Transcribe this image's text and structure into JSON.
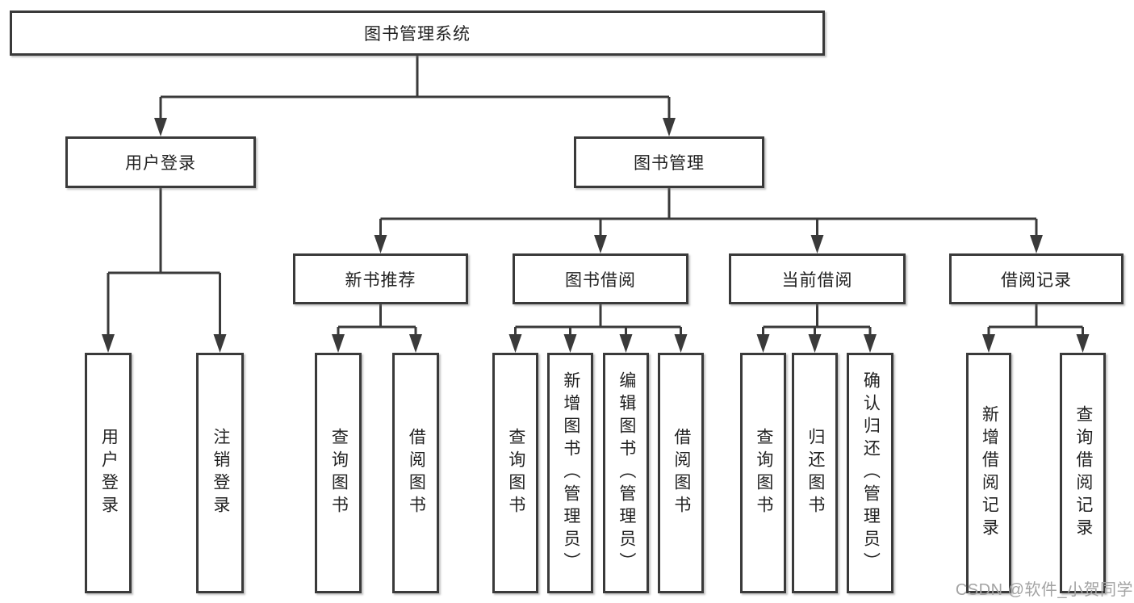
{
  "tree": {
    "label": "图书管理系统",
    "children": [
      {
        "label": "用户登录",
        "children": [
          {
            "label": "用户登录"
          },
          {
            "label": "注销登录"
          }
        ]
      },
      {
        "label": "图书管理",
        "children": [
          {
            "label": "新书推荐",
            "children": [
              {
                "label": "查询图书"
              },
              {
                "label": "借阅图书"
              }
            ]
          },
          {
            "label": "图书借阅",
            "children": [
              {
                "label": "查询图书"
              },
              {
                "label": "新增图书（管理员）"
              },
              {
                "label": "编辑图书（管理员）"
              },
              {
                "label": "借阅图书"
              }
            ]
          },
          {
            "label": "当前借阅",
            "children": [
              {
                "label": "查询图书"
              },
              {
                "label": "归还图书"
              },
              {
                "label": "确认归还（管理员）"
              }
            ]
          },
          {
            "label": "借阅记录",
            "children": [
              {
                "label": "新增借阅记录"
              },
              {
                "label": "查询借阅记录"
              }
            ]
          }
        ]
      }
    ]
  },
  "watermark": {
    "text": "CSDN @软件_小贺同学"
  },
  "colors": {
    "line": "#3a3a3a",
    "text": "#222222",
    "background": "#ffffff",
    "watermark": "#a3a3a3"
  }
}
